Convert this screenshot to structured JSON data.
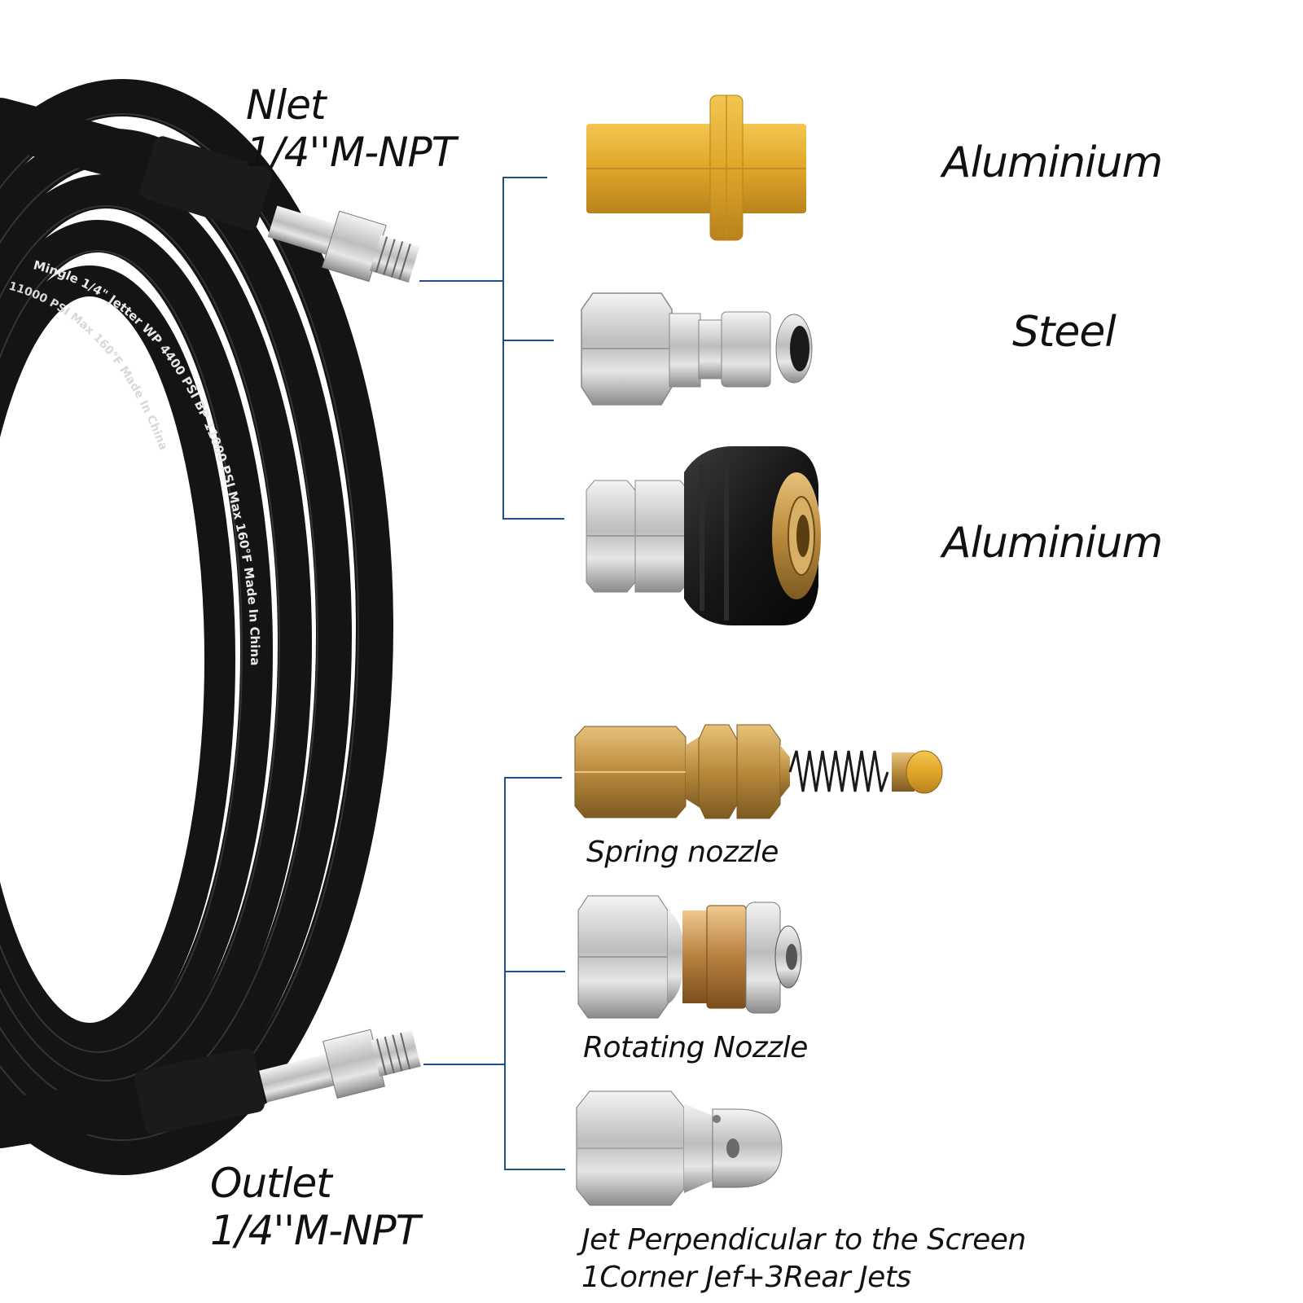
{
  "inlet": {
    "line1": "Nlet",
    "line2": "1/4''M-NPT"
  },
  "outlet": {
    "line1": "Outlet",
    "line2": "1/4''M-NPT"
  },
  "hose_print": {
    "stripe1": "Mingle 1/4\" Jetter WP 4400 PSI BP 11000 PSI Max 160°F Made In China",
    "stripe2": "11000 PSI Max 160°F Made In China"
  },
  "fittings": [
    {
      "name": "brass-adapter",
      "material": "Aluminium"
    },
    {
      "name": "quick-connector",
      "material": "Steel"
    },
    {
      "name": "m22-coupler",
      "material": "Aluminium"
    }
  ],
  "nozzles": [
    {
      "name": "spring-nozzle",
      "label": "Spring nozzle"
    },
    {
      "name": "rotating-nozzle",
      "label": "Rotating Nozzle"
    },
    {
      "name": "jet-nozzle",
      "label_line1": "Jet Perpendicular to the Screen",
      "label_line2": "1Corner Jef+3Rear Jets"
    }
  ],
  "colors": {
    "hose": "#141414",
    "bracket": "#1f4f8a",
    "brass": "#d4a43a",
    "steel": "#c8c8c8"
  },
  "icons": [
    "hose-coil",
    "brass-adapter-icon",
    "quick-connector-icon",
    "m22-coupler-icon",
    "spring-nozzle-icon",
    "rotating-nozzle-icon",
    "jet-nozzle-icon"
  ]
}
